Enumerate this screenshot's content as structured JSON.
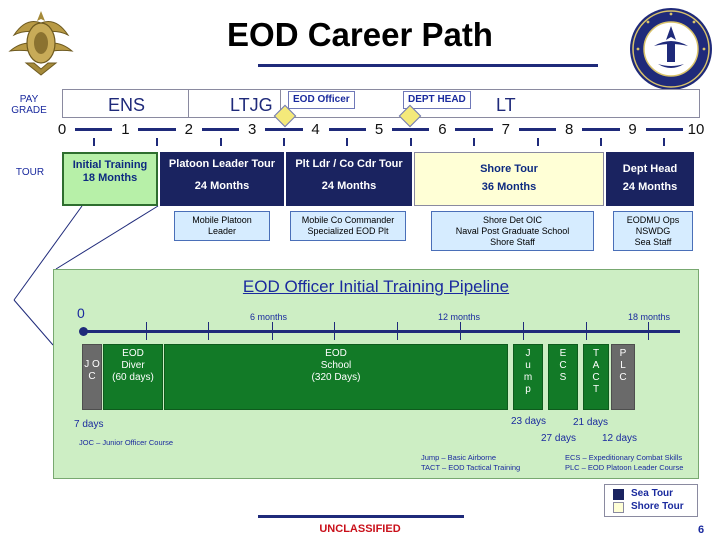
{
  "slide": {
    "title": "EOD Career Path",
    "footer": "UNCLASSIFIED",
    "page_number": "6"
  },
  "pay_grade": {
    "label": "PAY GRADE",
    "grades": [
      "ENS",
      "LTJG",
      "LT"
    ],
    "tags": [
      "EOD Officer",
      "DEPT HEAD"
    ]
  },
  "years": [
    "0",
    "1",
    "2",
    "3",
    "4",
    "5",
    "6",
    "7",
    "8",
    "9",
    "10"
  ],
  "tour": {
    "label": "TOUR",
    "items": [
      {
        "title": "Initial Training",
        "duration": "18 Months",
        "kind": "training"
      },
      {
        "title": "Platoon Leader Tour",
        "duration": "24 Months",
        "kind": "sea"
      },
      {
        "title": "Plt Ldr / Co Cdr Tour",
        "duration": "24 Months",
        "kind": "sea"
      },
      {
        "title": "Shore Tour",
        "duration": "36 Months",
        "kind": "shore"
      },
      {
        "title": "Dept Head",
        "duration": "24 Months",
        "kind": "sea"
      }
    ],
    "details": [
      {
        "lines": [
          "Mobile Platoon",
          "Leader"
        ]
      },
      {
        "lines": [
          "Mobile Co Commander",
          "Specialized EOD Plt"
        ]
      },
      {
        "lines": [
          "Shore Det OIC",
          "Naval Post Graduate School",
          "Shore Staff"
        ]
      },
      {
        "lines": [
          "EODMU Ops",
          "NSWDG",
          "Sea Staff"
        ]
      }
    ]
  },
  "pipeline": {
    "title": "EOD Officer Initial Training Pipeline",
    "start_label": "0",
    "month_labels": [
      "6 months",
      "12 months",
      "18 months"
    ],
    "segments": [
      {
        "label": "J O C",
        "kind": "grey"
      },
      {
        "label": "EOD Diver (60 days)",
        "lines": [
          "EOD",
          "Diver",
          "(60 days)"
        ],
        "kind": "green"
      },
      {
        "label": "EOD School (320 Days)",
        "lines": [
          "EOD",
          "School",
          "(320 Days)"
        ],
        "kind": "green"
      },
      {
        "label": "J u m p",
        "kind": "green"
      },
      {
        "label": "E C S",
        "kind": "green"
      },
      {
        "label": "T A C T",
        "kind": "green"
      },
      {
        "label": "P L C",
        "kind": "grey"
      }
    ],
    "durations": [
      "7 days",
      "23 days",
      "21 days",
      "27 days",
      "12 days"
    ],
    "notes": [
      "JOC – Junior Officer Course",
      "Jump – Basic Airborne",
      "TACT – EOD Tactical Training",
      "ECS – Expeditionary Combat Skills",
      "PLC – EOD Platoon Leader Course"
    ]
  },
  "legend": [
    {
      "label": "Sea Tour",
      "color": "#1a2360"
    },
    {
      "label": "Shore Tour",
      "color": "#ffffd6"
    }
  ],
  "colors": {
    "navy": "#1a2360",
    "accent_blue": "#1a2a9e",
    "training_green": "#b7f0a8",
    "pipeline_green": "#127a27",
    "panel_green": "#cdeec4",
    "classification_red": "#c9101a"
  },
  "icons": {
    "left": "eod-badge-icon",
    "right": "navy-bureau-seal-icon"
  }
}
